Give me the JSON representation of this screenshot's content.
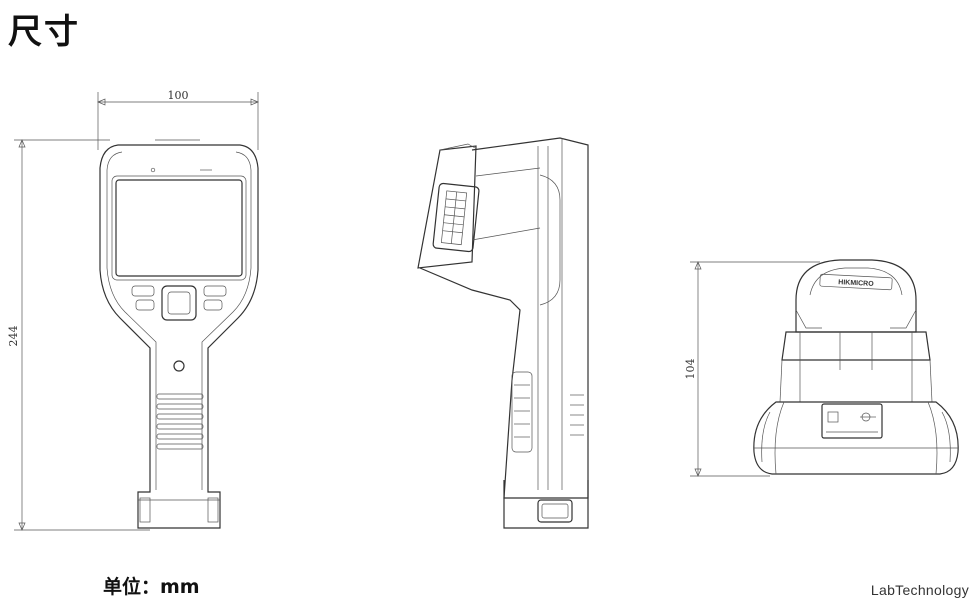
{
  "page": {
    "title": "尺寸",
    "unit_label": "单位：mm",
    "watermark": "LabTechnology"
  },
  "dimensions": {
    "width": "100",
    "height": "244",
    "depth": "104"
  },
  "device": {
    "logo_text": "HIKMICRO"
  }
}
